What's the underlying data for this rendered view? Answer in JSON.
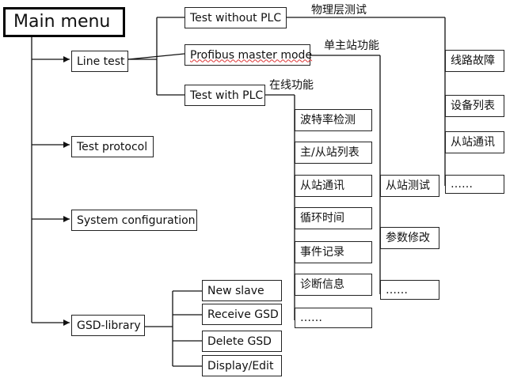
{
  "main_menu": {
    "label": "Main  menu"
  },
  "menu_items": [
    {
      "id": "line_test",
      "label": "Line test"
    },
    {
      "id": "test_protocol",
      "label": "Test protocol"
    },
    {
      "id": "system_configuration",
      "label": "System configuration"
    },
    {
      "id": "gsd_library",
      "label": "GSD-library"
    }
  ],
  "line_test_children": [
    {
      "label": "Test without  PLC",
      "note": "物理层测试"
    },
    {
      "label": "Profibus master mode",
      "note": "单主站功能"
    },
    {
      "label": "Test with PLC",
      "note": "在线功能"
    }
  ],
  "physical_layer_items": [
    "线路故障",
    "设备列表",
    "从站通讯",
    "……"
  ],
  "online_items": [
    "波特率检测",
    "主/从站列表",
    "从站通讯",
    "循环时间",
    "事件记录",
    "诊断信息",
    "……"
  ],
  "master_mode_items": [
    "从站测试",
    "参数修改",
    "……"
  ],
  "gsd_items": [
    "New slave",
    "Receive GSD",
    "Delete   GSD",
    "Display/Edit"
  ]
}
